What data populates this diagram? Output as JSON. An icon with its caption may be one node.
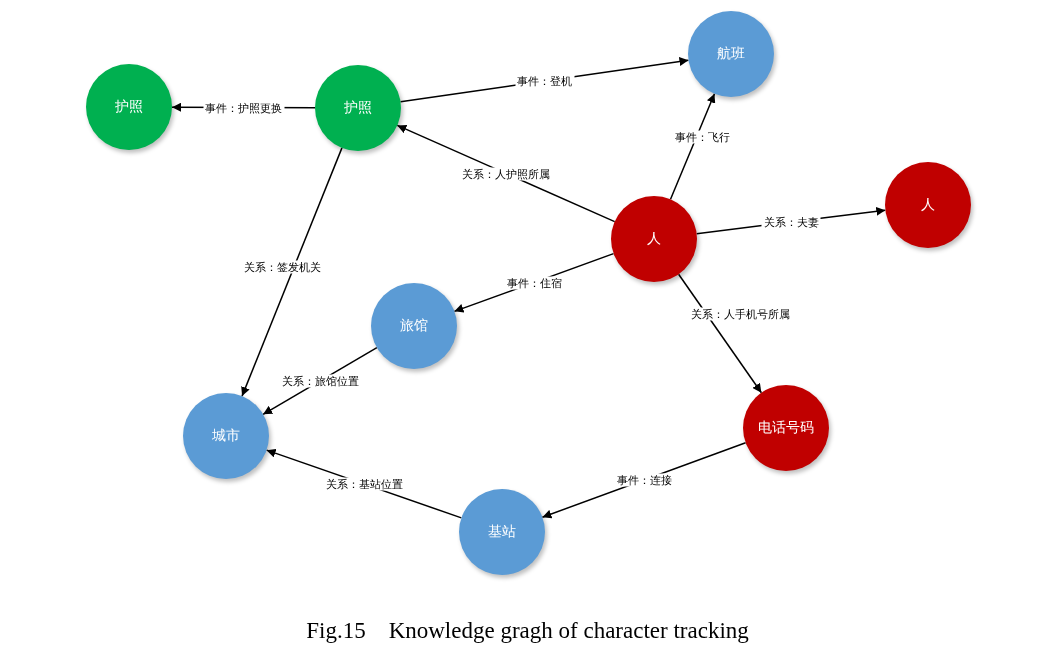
{
  "diagram": {
    "caption": "Fig.15    Knowledge gragh of character tracking",
    "nodes": [
      {
        "text": [
          "护照"
        ]
      },
      {
        "text": [
          "护照"
        ]
      },
      {
        "text": [
          "航班"
        ]
      },
      {
        "text": [
          "人"
        ]
      },
      {
        "text": [
          "人"
        ]
      },
      {
        "text": [
          "旅馆"
        ]
      },
      {
        "text": [
          "城市"
        ]
      },
      {
        "text": [
          "电话号码"
        ]
      },
      {
        "text": [
          "基站"
        ]
      }
    ],
    "edges": [
      {
        "from": 1,
        "to": 0,
        "arrow": "to",
        "label": "事件：护照更换"
      },
      {
        "from": 1,
        "to": 2,
        "arrow": "to",
        "label": "事件：登机"
      },
      {
        "from": 3,
        "to": 1,
        "arrow": "to",
        "label": "关系：人护照所属"
      },
      {
        "from": 3,
        "to": 2,
        "arrow": "to",
        "label": "事件：飞行"
      },
      {
        "from": 3,
        "to": 4,
        "arrow": "to",
        "label": "关系：夫妻"
      },
      {
        "from": 3,
        "to": 5,
        "arrow": "to",
        "label": "事件：住宿"
      },
      {
        "from": 1,
        "to": 6,
        "arrow": "to",
        "label": "关系：签发机关"
      },
      {
        "from": 5,
        "to": 6,
        "arrow": "to",
        "label": "关系：旅馆位置"
      },
      {
        "from": 3,
        "to": 7,
        "arrow": "to",
        "label": "关系：人手机号所属"
      },
      {
        "from": 7,
        "to": 8,
        "arrow": "to",
        "label": "事件：连接"
      },
      {
        "from": 8,
        "to": 6,
        "arrow": "to",
        "label": "关系：基站位置"
      }
    ]
  }
}
